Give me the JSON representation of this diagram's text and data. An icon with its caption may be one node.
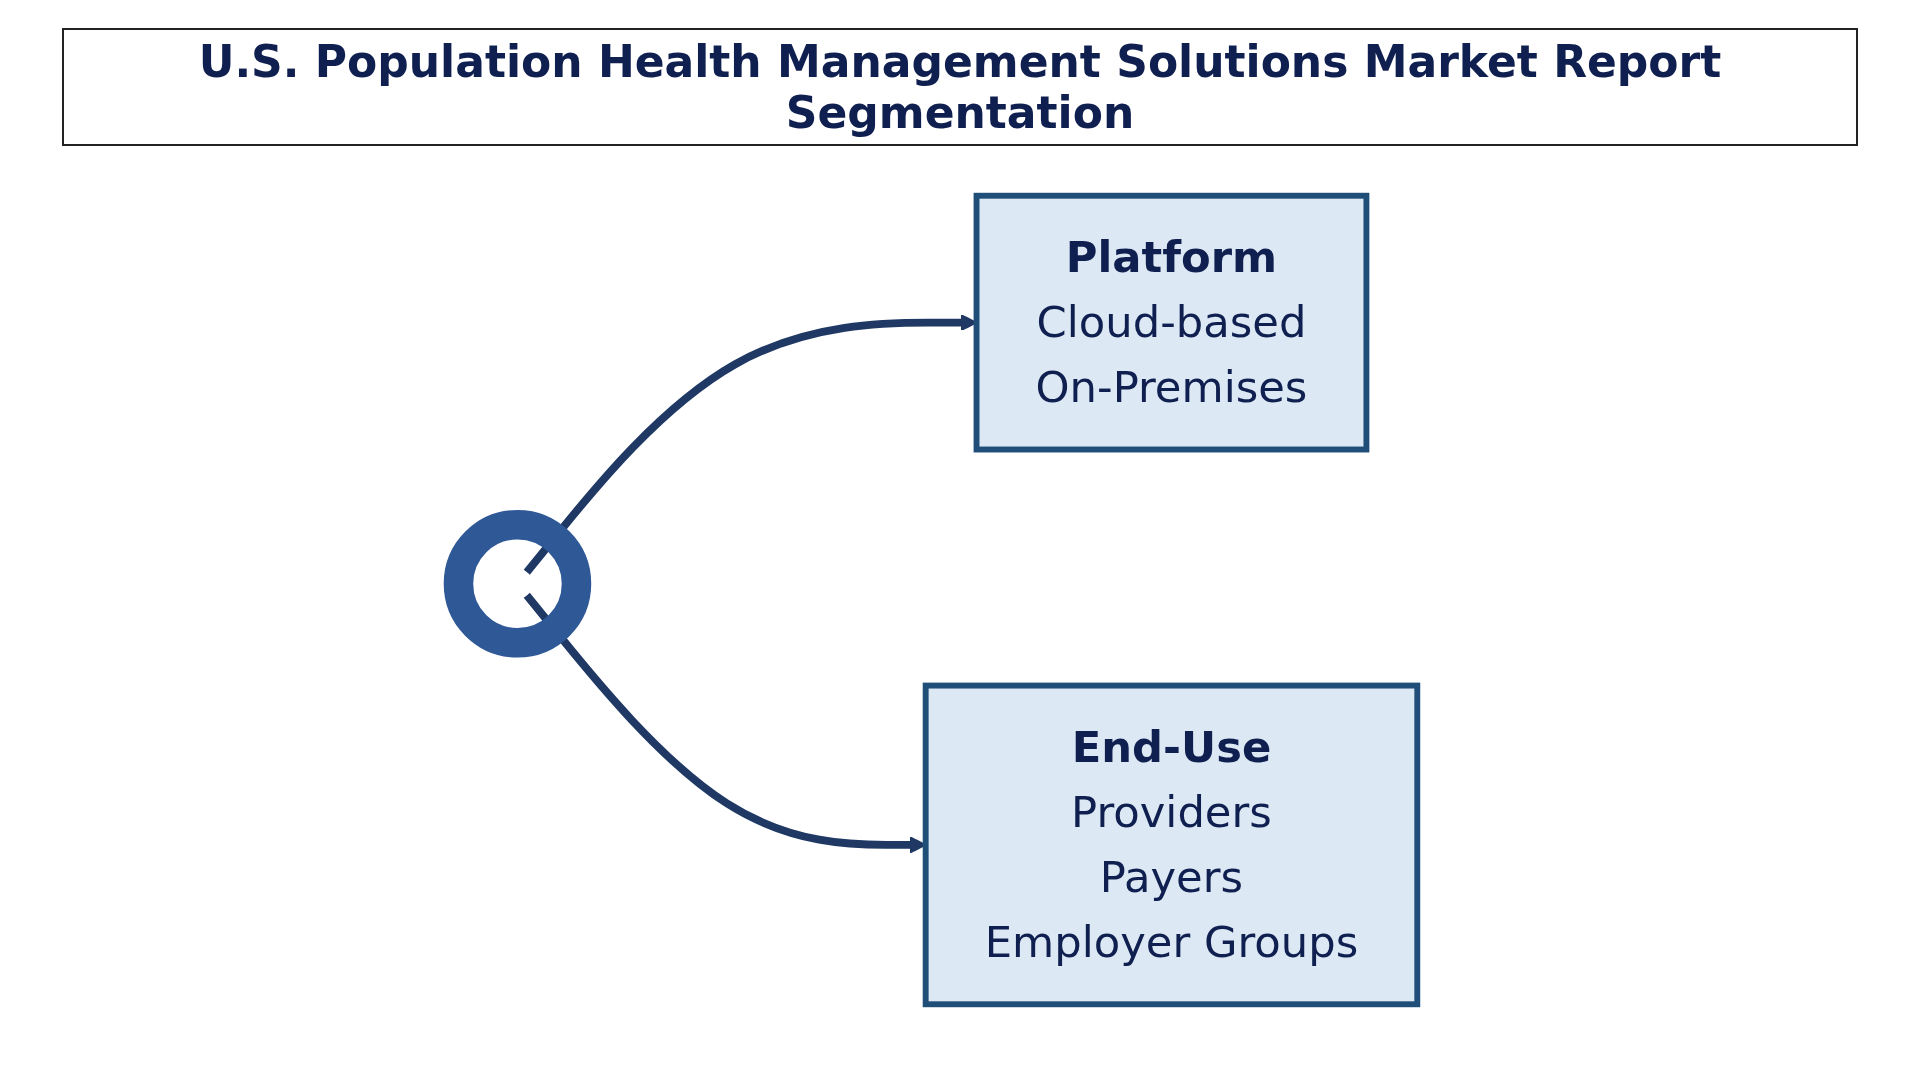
{
  "diagram": {
    "title": "U.S. Population Health Management Solutions Market Report Segmentation",
    "nodes": [
      {
        "text": [
          "Platform",
          "Cloud-based",
          "On-Premises"
        ]
      },
      {
        "text": [],
        "shape": "circle"
      },
      {
        "text": [
          "End-Use",
          "Providers",
          "Payers",
          "Employer Groups"
        ]
      }
    ],
    "edges": [
      {
        "from": 1,
        "to": 0,
        "arrow": "to"
      },
      {
        "from": 1,
        "to": 2,
        "arrow": "to"
      }
    ]
  }
}
